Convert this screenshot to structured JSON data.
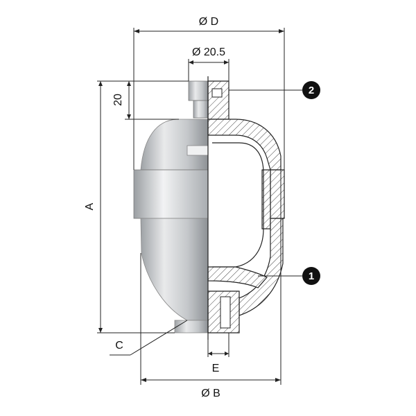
{
  "diagram": {
    "dimensions": {
      "outer_diameter": "Ø D",
      "port_diameter": "Ø 20.5",
      "top_height": "20",
      "overall_height": "A",
      "bottom_diameter": "Ø B",
      "bottom_thread": "C",
      "bottom_offset": "E"
    },
    "callouts": [
      {
        "number": "2"
      },
      {
        "number": "1"
      }
    ]
  }
}
